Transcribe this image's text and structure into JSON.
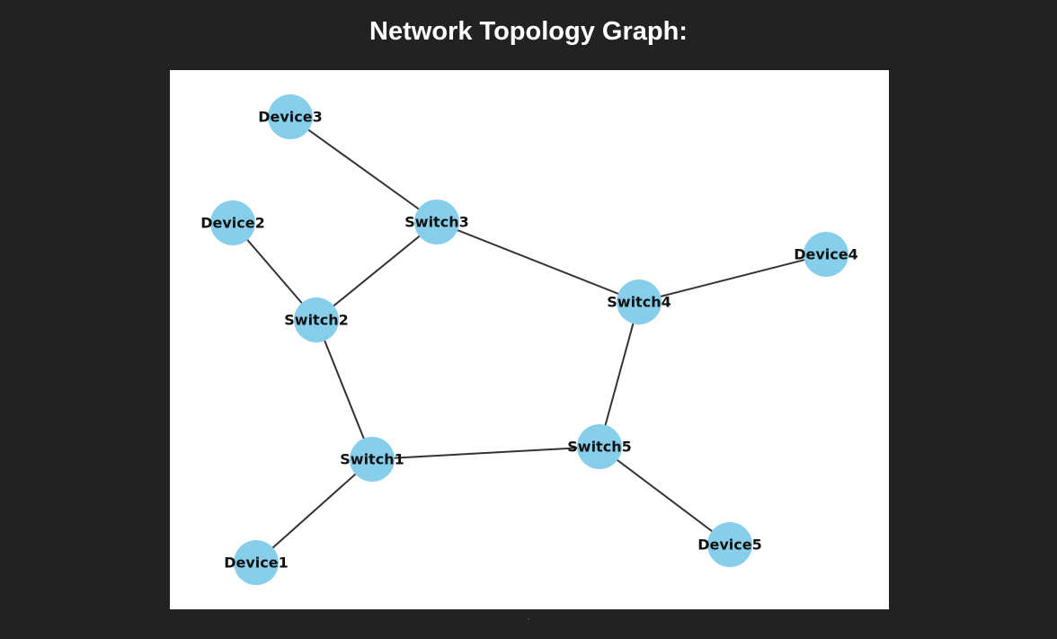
{
  "page": {
    "title": "Network Topology Graph:"
  },
  "graph": {
    "colors": {
      "background": "#ffffff",
      "node_fill": "#87ceeb",
      "edge": "#333333",
      "label": "#111111"
    },
    "nodes": [
      {
        "id": "Device3",
        "label": "Device3"
      },
      {
        "id": "Device2",
        "label": "Device2"
      },
      {
        "id": "Switch3",
        "label": "Switch3"
      },
      {
        "id": "Device4",
        "label": "Device4"
      },
      {
        "id": "Switch4",
        "label": "Switch4"
      },
      {
        "id": "Switch2",
        "label": "Switch2"
      },
      {
        "id": "Switch5",
        "label": "Switch5"
      },
      {
        "id": "Switch1",
        "label": "Switch1"
      },
      {
        "id": "Device5",
        "label": "Device5"
      },
      {
        "id": "Device1",
        "label": "Device1"
      }
    ],
    "edges": [
      {
        "source": "Device3",
        "target": "Switch3"
      },
      {
        "source": "Device2",
        "target": "Switch2"
      },
      {
        "source": "Switch3",
        "target": "Switch2"
      },
      {
        "source": "Switch3",
        "target": "Switch4"
      },
      {
        "source": "Device4",
        "target": "Switch4"
      },
      {
        "source": "Switch4",
        "target": "Switch5"
      },
      {
        "source": "Switch2",
        "target": "Switch1"
      },
      {
        "source": "Switch1",
        "target": "Switch5"
      },
      {
        "source": "Switch5",
        "target": "Device5"
      },
      {
        "source": "Switch1",
        "target": "Device1"
      }
    ]
  }
}
